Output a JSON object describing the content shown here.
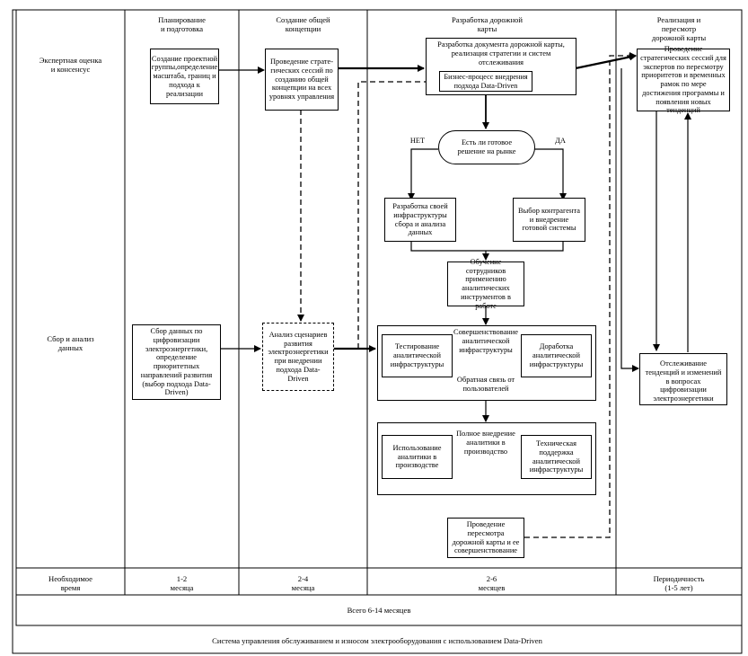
{
  "columns": {
    "planning": "Планирование\nи подготовка",
    "concept": "Создание общей\nконцепции",
    "roadmap": "Разработка дорожной\nкарты",
    "implementation": "Реализация и\nпересмотр\nдорожной карты"
  },
  "rows": {
    "expert": "Экспертная оценка\nи консенсус",
    "data": "Сбор и анализ\nданных",
    "time": "Необходимое\nвремя"
  },
  "boxes": {
    "project_group": "Создание проектной группы,определение масштаба, границ и подхода к реализации",
    "strategy_sessions": "Проведение страте-гических сессий по созданию общей концепции на всех уровнях управления",
    "roadmap_doc": "Разработка документа дорожной карты, реализация стратегии и систем отслеживания",
    "business_process": "Бизнес-процесс внедрения подхода Data-Driven",
    "decision": "Есть ли готовое решение на рынке",
    "no_label": "НЕТ",
    "yes_label": "ДА",
    "own_infra": "Разработка своей инфраструктуры сбора и анализа данных",
    "contractor": "Выбор контрагента и внедрение готовой системы",
    "training": "Обучение сотрудников применению аналитических инструментов в работе",
    "improvement_frame": "Совершенствование аналитической инфраструктуры",
    "testing": "Тестирование аналитической инфраструктуры",
    "refinement": "Доработка аналитической инфраструктуры",
    "feedback": "Обратная связь от пользователей",
    "full_frame": "Полное внедрение аналитики в производство",
    "usage": "Использование аналитики в производстве",
    "support": "Техническая поддержка аналитической инфраструктуры",
    "review": "Проведение пересмотра дорожной карты и ее совершенствование",
    "expert_sessions": "Проведение стратегических сессий для экспертов по пересмотру приоритетов и временных рамок по мере достижения программы и появления новых тенденций",
    "data_collection": "Сбор данных по цифровизации электроэнергетики, определение приоритетных направлений развития (выбор подхода Data-Driven)",
    "scenario_analysis": "Анализ сценариев развития электроэнергетики при внедрении подхода Data-Driven",
    "tracking": "Отслеживание тенденций и изменений в вопросах цифровизации электроэнергетики"
  },
  "time": {
    "planning": "1-2\nмесяца",
    "concept": "2-4\nмесяца",
    "roadmap": "2-6\nмесяцев",
    "implementation": "Периодичность\n(1-5 лет)",
    "total": "Всего 6-14 месяцев"
  },
  "caption": "Система управления обслуживанием и износом электрооборудования с использованием Data-Driven"
}
